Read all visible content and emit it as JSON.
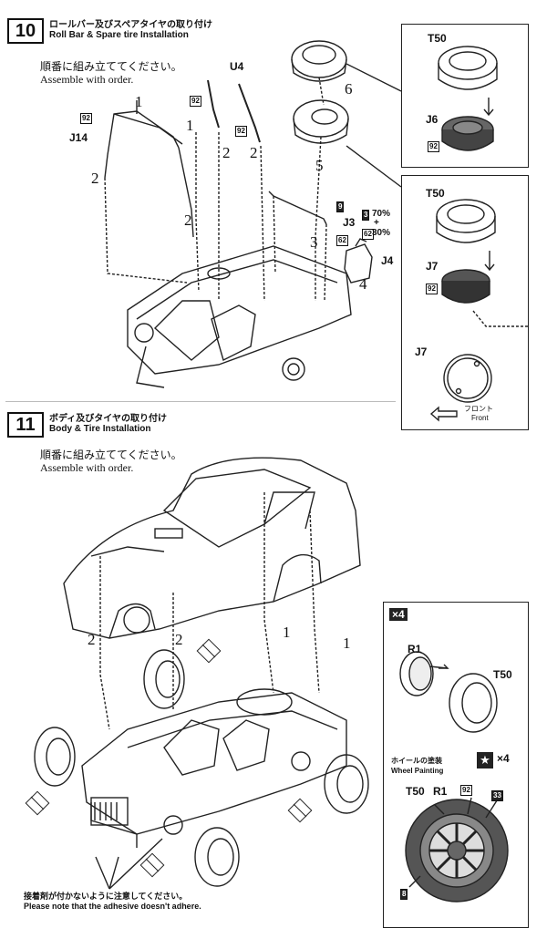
{
  "step10": {
    "number": "10",
    "title_jp": "ロールバー及びスペアタイヤの取り付け",
    "title_en": "Roll Bar & Spare tire Installation",
    "instruction_jp": "順番に組み立ててください。",
    "instruction_en": "Assemble with order.",
    "parts": {
      "u4": "U4",
      "j14": "J14",
      "j3": "J3",
      "j4": "J4"
    },
    "color_badges": {
      "c92": "92",
      "c9": "9",
      "c3": "3",
      "c62": "62"
    },
    "mix": {
      "line1": "70%",
      "plus": "+",
      "line2": "30%"
    },
    "order_numbers": [
      "1",
      "1",
      "2",
      "2",
      "2",
      "2",
      "3",
      "4",
      "5",
      "6"
    ],
    "panel_a": {
      "tire": "T50",
      "wheel": "J6",
      "paint": "92"
    },
    "panel_b": {
      "tire": "T50",
      "wheel": "J7",
      "paint": "92",
      "detail": "J7",
      "front_jp": "フロント",
      "front_en": "Front"
    }
  },
  "step11": {
    "number": "11",
    "title_jp": "ボディ及びタイヤの取り付け",
    "title_en": "Body & Tire Installation",
    "instruction_jp": "順番に組み立ててください。",
    "instruction_en": "Assemble with order.",
    "order_numbers": [
      "2",
      "2",
      "1",
      "1"
    ],
    "note_jp": "接着剤が付かないように注意してください。",
    "note_en": "Please note that the adhesive doesn't adhere.",
    "panel_c": {
      "multiplier": "4",
      "wheel": "R1",
      "tire": "T50",
      "painting_jp": "ホイールの塗装",
      "painting_en": "Wheel Painting",
      "paint_multiplier": "4",
      "tire2": "T50",
      "wheel2": "R1",
      "paint_a": "92",
      "paint_b": "33",
      "paint_c": "8"
    }
  }
}
